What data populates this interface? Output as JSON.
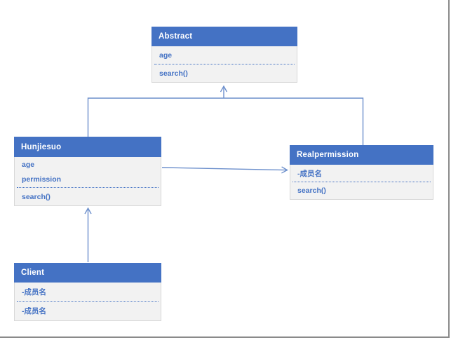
{
  "canvas": {
    "background": "#FFFFFF",
    "edge_color": "#8A8A8A"
  },
  "colors": {
    "header_fill": "#4472C4",
    "header_text": "#FFFFFF",
    "body_fill": "#F2F2F2",
    "body_border": "#D8D8D8",
    "member_text": "#4472C4",
    "divider": "#4472C4",
    "connector": "#6C8FCC"
  },
  "classes": {
    "abstract": {
      "title": "Abstract",
      "attributes": [
        "age"
      ],
      "methods": [
        "search()"
      ]
    },
    "hunjiesuo": {
      "title": "Hunjiesuo",
      "attributes": [
        "age",
        "permission"
      ],
      "methods": [
        "search()"
      ]
    },
    "realpermission": {
      "title": "Realpermission",
      "attributes": [
        "-成员名"
      ],
      "methods": [
        "search()"
      ]
    },
    "client": {
      "title": "Client",
      "attributes": [
        "-成员名"
      ],
      "methods": [
        "-成员名"
      ]
    }
  },
  "relationships": [
    {
      "from": "Hunjiesuo",
      "to": "Abstract",
      "type": "generalization"
    },
    {
      "from": "Realpermission",
      "to": "Abstract",
      "type": "generalization"
    },
    {
      "from": "Hunjiesuo",
      "to": "Realpermission",
      "type": "directed-association"
    },
    {
      "from": "Client",
      "to": "Hunjiesuo",
      "type": "directed-association"
    }
  ]
}
